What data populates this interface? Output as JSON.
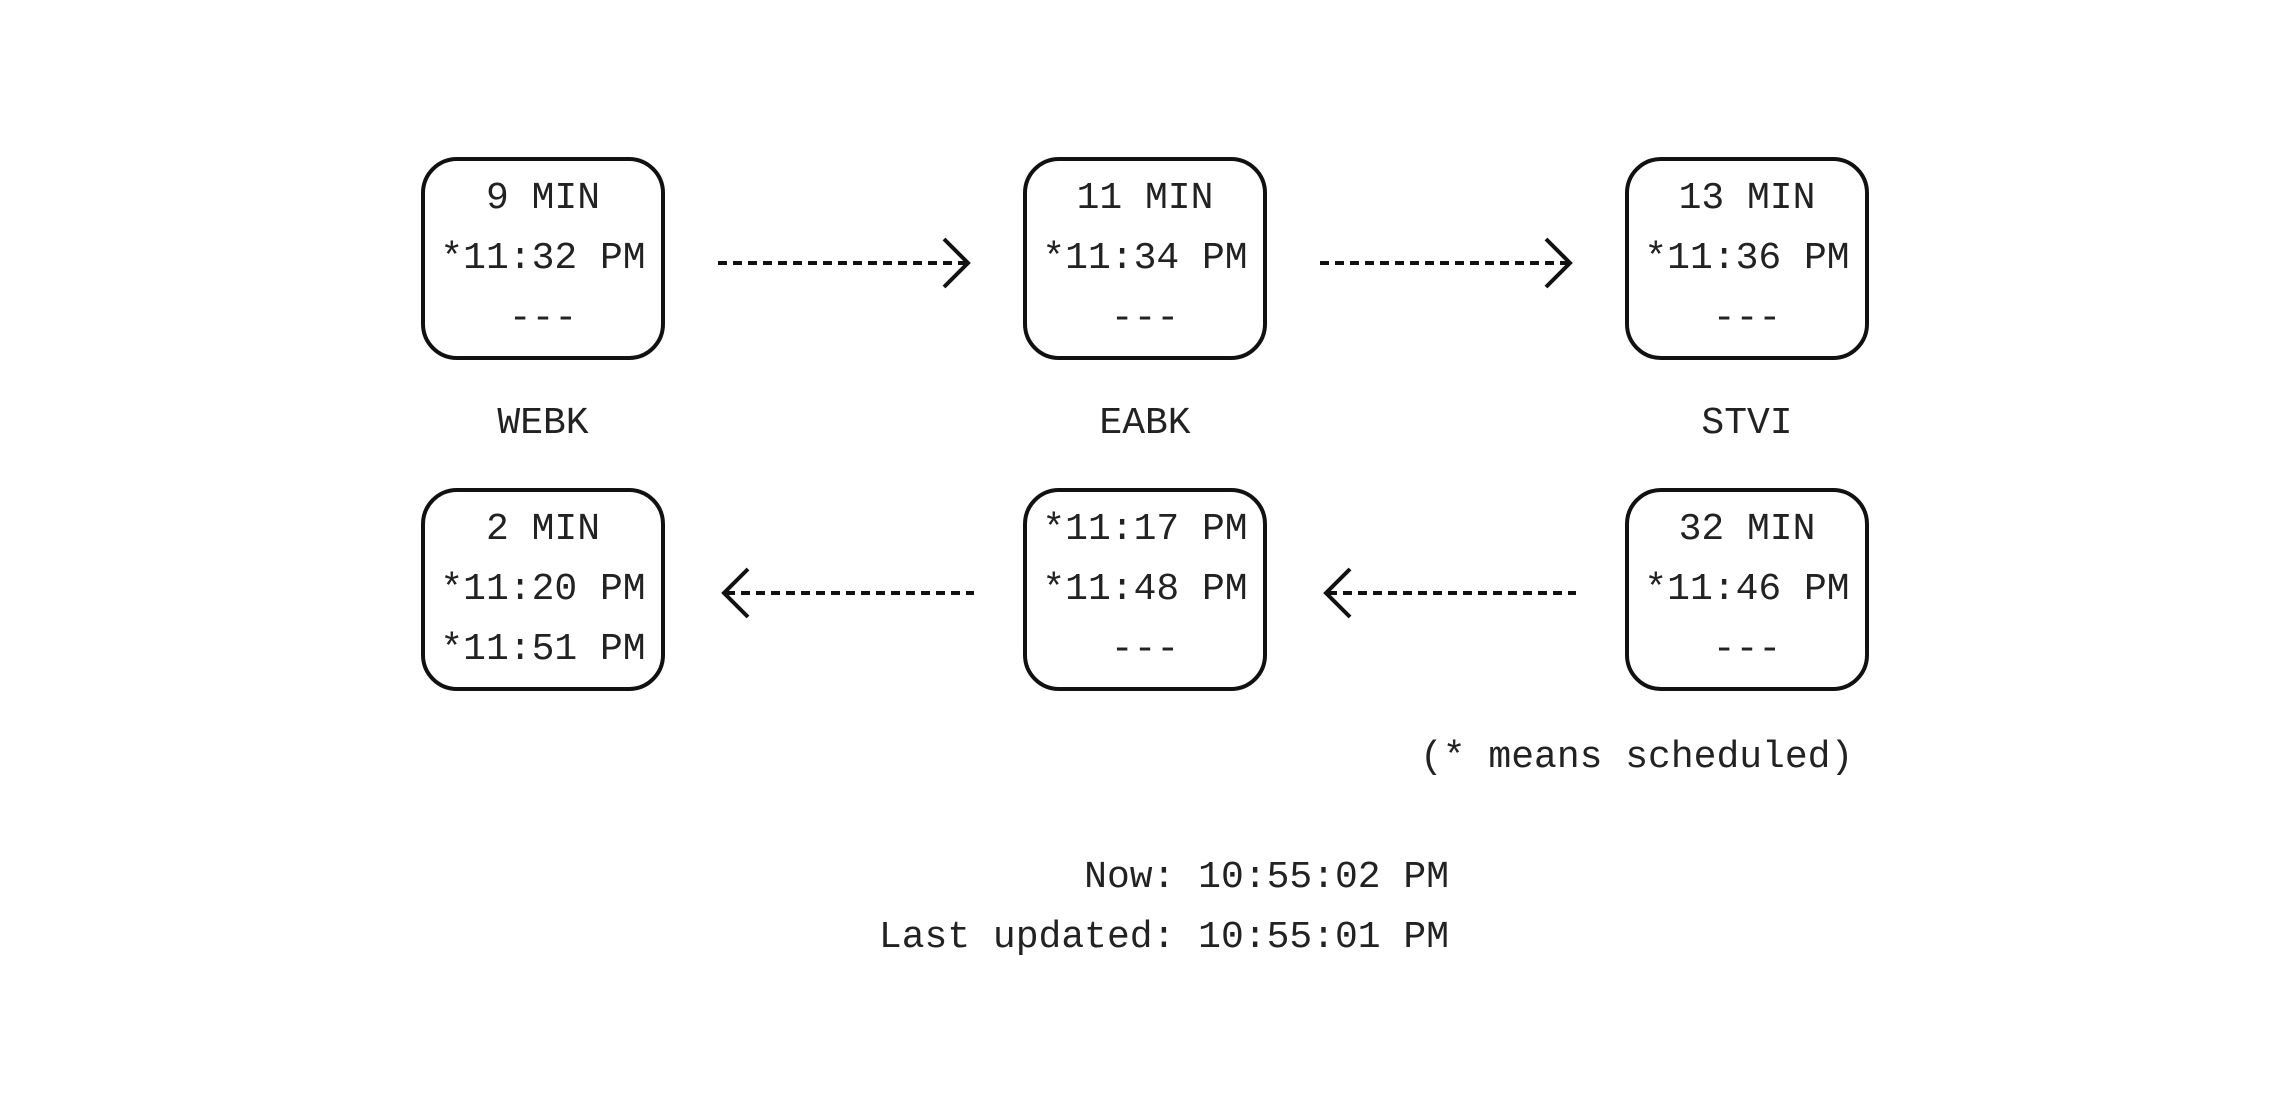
{
  "stops": {
    "webk": {
      "label": "WEBK",
      "upper": [
        "9 MIN",
        "*11:32 PM",
        "---"
      ],
      "lower": [
        "2 MIN",
        "*11:20 PM",
        "*11:51 PM"
      ]
    },
    "eabk": {
      "label": "EABK",
      "upper": [
        "11 MIN",
        "*11:34 PM",
        "---"
      ],
      "lower": [
        "*11:17 PM",
        "*11:48 PM",
        "---"
      ]
    },
    "stvi": {
      "label": "STVI",
      "upper": [
        "13 MIN",
        "*11:36 PM",
        "---"
      ],
      "lower": [
        "32 MIN",
        "*11:46 PM",
        "---"
      ]
    }
  },
  "legend": "(* means scheduled)",
  "status": {
    "now": "Now: 10:55:02 PM",
    "last_updated": "Last updated: 10:55:01 PM"
  },
  "icons": {
    "eastbound": "arrow-right-dashed-icon",
    "westbound": "arrow-left-dashed-icon"
  }
}
